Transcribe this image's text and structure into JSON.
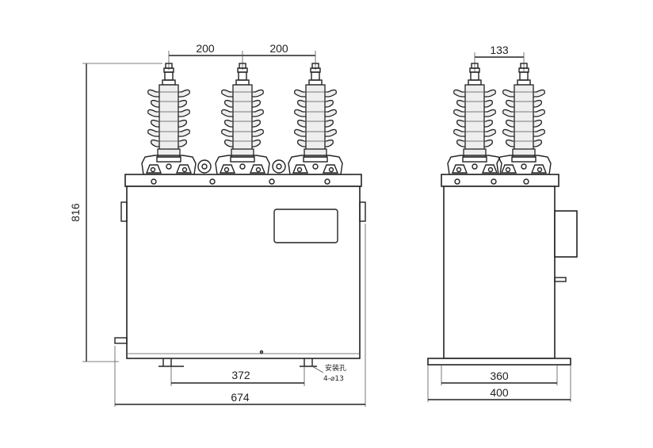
{
  "front_view": {
    "dim_spacing_left": "200",
    "dim_spacing_right": "200",
    "dim_height": "816",
    "dim_mount_spacing": "372",
    "dim_total_width": "674",
    "mount_hole_label_cn": "安装孔",
    "mount_hole_label_spec": "4-⌀13"
  },
  "side_view": {
    "dim_bushing_spacing": "133",
    "dim_base_inner": "360",
    "dim_base_outer": "400"
  }
}
